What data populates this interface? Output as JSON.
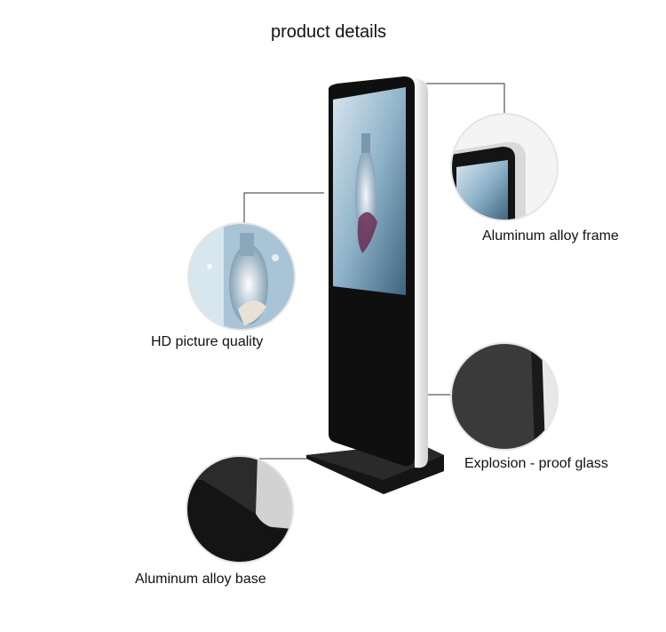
{
  "title": "product details",
  "callouts": {
    "hd_picture": "HD picture quality",
    "frame": "Aluminum alloy frame",
    "glass": "Explosion - proof glass",
    "base": "Aluminum alloy base"
  },
  "colors": {
    "screen_blue": "#8fb3c9",
    "body_black": "#111111",
    "frame_white": "#f2f2f2",
    "connector_line": "#333333"
  }
}
